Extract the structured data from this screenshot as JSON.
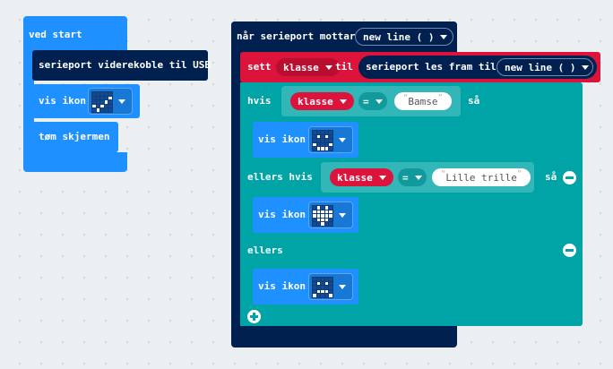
{
  "on_start": {
    "header": "ved start",
    "redirect_usb": "serieport viderekoble til USB",
    "show_icon": "vis ikon",
    "clear_screen": "tøm skjermen",
    "icon_name": "check-mark-icon",
    "icon_leds": [
      0,
      0,
      0,
      0,
      0,
      0,
      0,
      0,
      0,
      1,
      0,
      0,
      0,
      1,
      0,
      1,
      0,
      1,
      0,
      0,
      0,
      1,
      0,
      0,
      0
    ]
  },
  "serial_event": {
    "header": "når serieport mottar",
    "delimiter": "new line ( )",
    "set_keyword": "sett",
    "set_variable": "klasse",
    "to_keyword": "til",
    "read_until": "serieport les fram til",
    "read_delimiter": "new line ( )",
    "if_keyword": "hvis",
    "then_keyword": "så",
    "else_if_keyword": "ellers hvis",
    "else_keyword": "ellers",
    "compare_op": "=",
    "compare_variable": "klasse",
    "branches": [
      {
        "value": "Bamse",
        "show_icon": "vis ikon",
        "icon_name": "happy-face-icon",
        "icon_leds": [
          0,
          0,
          0,
          0,
          0,
          0,
          1,
          0,
          1,
          0,
          0,
          0,
          0,
          0,
          0,
          1,
          0,
          0,
          0,
          1,
          0,
          1,
          1,
          1,
          0
        ]
      },
      {
        "value": "Lille trille",
        "show_icon": "vis ikon",
        "icon_name": "heart-icon",
        "icon_leds": [
          0,
          1,
          0,
          1,
          0,
          1,
          1,
          1,
          1,
          1,
          1,
          1,
          1,
          1,
          1,
          0,
          1,
          1,
          1,
          0,
          0,
          0,
          1,
          0,
          0
        ]
      },
      {
        "value": "",
        "show_icon": "vis ikon",
        "icon_name": "sad-face-icon",
        "icon_leds": [
          0,
          0,
          0,
          0,
          0,
          0,
          1,
          0,
          1,
          0,
          0,
          0,
          0,
          0,
          0,
          0,
          1,
          1,
          1,
          0,
          1,
          0,
          0,
          0,
          1
        ]
      }
    ]
  },
  "colors": {
    "basic": "#1e90ff",
    "serial": "#002050",
    "variables": "#dc143c",
    "logic": "#00a4a6"
  }
}
